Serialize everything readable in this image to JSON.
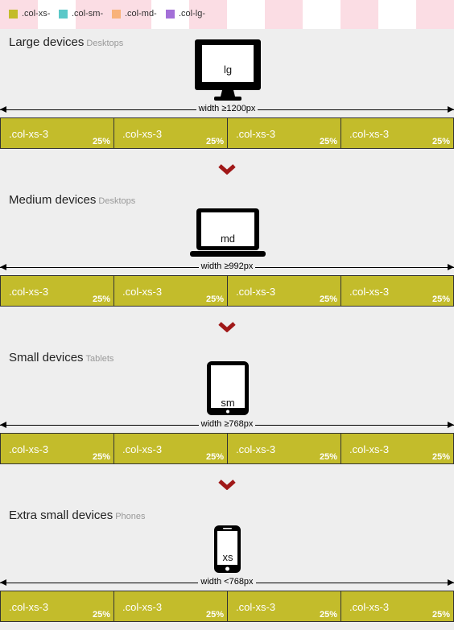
{
  "legend": [
    {
      "label": ".col-xs-",
      "color": "#c3bc2b"
    },
    {
      "label": ".col-sm-",
      "color": "#5bc8c8"
    },
    {
      "label": ".col-md-",
      "color": "#f8b27a"
    },
    {
      "label": ".col-lg-",
      "color": "#a36fd8"
    }
  ],
  "sections": [
    {
      "title": "Large devices",
      "subtitle": "Desktops",
      "device_icon": "desktop-monitor-icon",
      "device_label": "lg",
      "width_label": "width ≥1200px",
      "columns": [
        {
          "name": ".col-xs-3",
          "percent": "25%"
        },
        {
          "name": ".col-xs-3",
          "percent": "25%"
        },
        {
          "name": ".col-xs-3",
          "percent": "25%"
        },
        {
          "name": ".col-xs-3",
          "percent": "25%"
        }
      ]
    },
    {
      "title": "Medium devices",
      "subtitle": "Desktops",
      "device_icon": "laptop-icon",
      "device_label": "md",
      "width_label": "width ≥992px",
      "columns": [
        {
          "name": ".col-xs-3",
          "percent": "25%"
        },
        {
          "name": ".col-xs-3",
          "percent": "25%"
        },
        {
          "name": ".col-xs-3",
          "percent": "25%"
        },
        {
          "name": ".col-xs-3",
          "percent": "25%"
        }
      ]
    },
    {
      "title": "Small devices",
      "subtitle": "Tablets",
      "device_icon": "tablet-icon",
      "device_label": "sm",
      "width_label": "width ≥768px",
      "columns": [
        {
          "name": ".col-xs-3",
          "percent": "25%"
        },
        {
          "name": ".col-xs-3",
          "percent": "25%"
        },
        {
          "name": ".col-xs-3",
          "percent": "25%"
        },
        {
          "name": ".col-xs-3",
          "percent": "25%"
        }
      ]
    },
    {
      "title": "Extra small devices",
      "subtitle": "Phones",
      "device_icon": "phone-icon",
      "device_label": "xs",
      "width_label": "width <768px",
      "columns": [
        {
          "name": ".col-xs-3",
          "percent": "25%"
        },
        {
          "name": ".col-xs-3",
          "percent": "25%"
        },
        {
          "name": ".col-xs-3",
          "percent": "25%"
        },
        {
          "name": ".col-xs-3",
          "percent": "25%"
        }
      ]
    }
  ],
  "colors": {
    "stripe": "#fbdde4",
    "section_bg": "#eeeeee",
    "chevron": "#a01818"
  }
}
